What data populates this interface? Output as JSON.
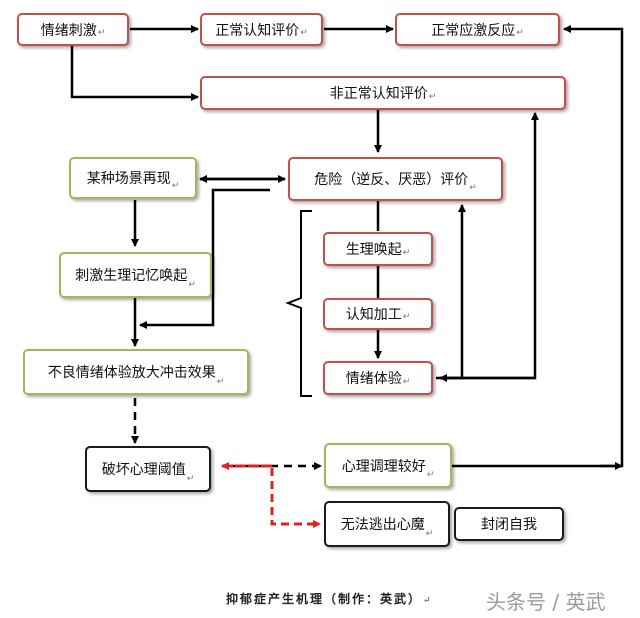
{
  "nodes": {
    "emotion_stimulus": "情绪刺激",
    "normal_appraisal": "正常认知评价",
    "normal_stress": "正常应激反应",
    "abnormal_appraisal": "非正常认知评价",
    "scene_recurs": "某种场景再现",
    "danger_appraisal": "危险（逆反、厌恶）评价",
    "memory_evoked": "刺激生理记忆唤起",
    "physio_arousal": "生理唤起",
    "cognitive_processing": "认知加工",
    "emotional_experience": "情绪体验",
    "amplify_effect": "不良情绪体验放大冲击效果",
    "break_threshold": "破坏心理阈值",
    "good_adjustment": "心理调理较好",
    "cannot_escape": "无法逃出心魔",
    "self_isolation": "封闭自我"
  },
  "paragraph_mark": "↵",
  "caption": "抑郁症产生机理（制作：英武）",
  "watermark": "头条号 / 英武",
  "colors": {
    "red_border": "#c0504d",
    "green_border": "#9bbb59",
    "black_border": "#1a1a1a",
    "highlight_arrow": "#e02020"
  }
}
